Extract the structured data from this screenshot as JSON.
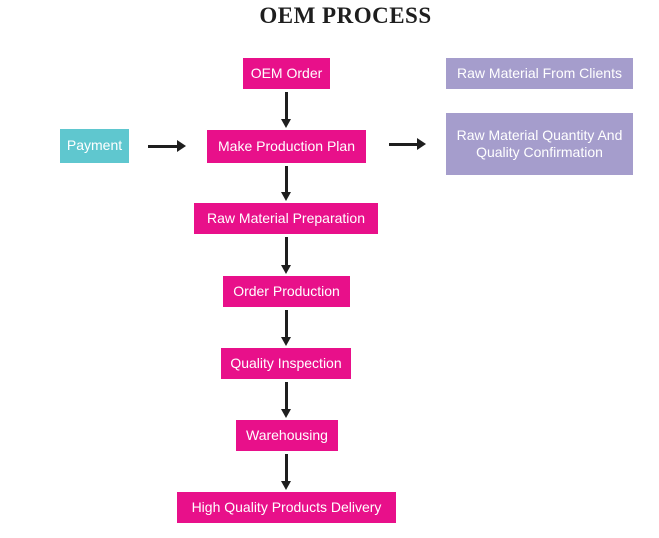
{
  "title": "OEM PROCESS",
  "colors": {
    "pink": "#E8108A",
    "cyan": "#5FC7CF",
    "purple": "#A59DCC",
    "ink": "#1E1E1E",
    "bg": "#FFFFFF"
  },
  "nodes": {
    "oem_order": "OEM Order",
    "raw_material_from_clients": "Raw Material From Clients",
    "payment": "Payment",
    "make_production_plan": "Make Production Plan",
    "raw_material_quantity_confirmation": "Raw Material Quantity And Quality Confirmation",
    "raw_material_preparation": "Raw Material Preparation",
    "order_production": "Order Production",
    "quality_inspection": "Quality Inspection",
    "warehousing": "Warehousing",
    "high_quality_products_delivery": "High Quality Products Delivery"
  }
}
